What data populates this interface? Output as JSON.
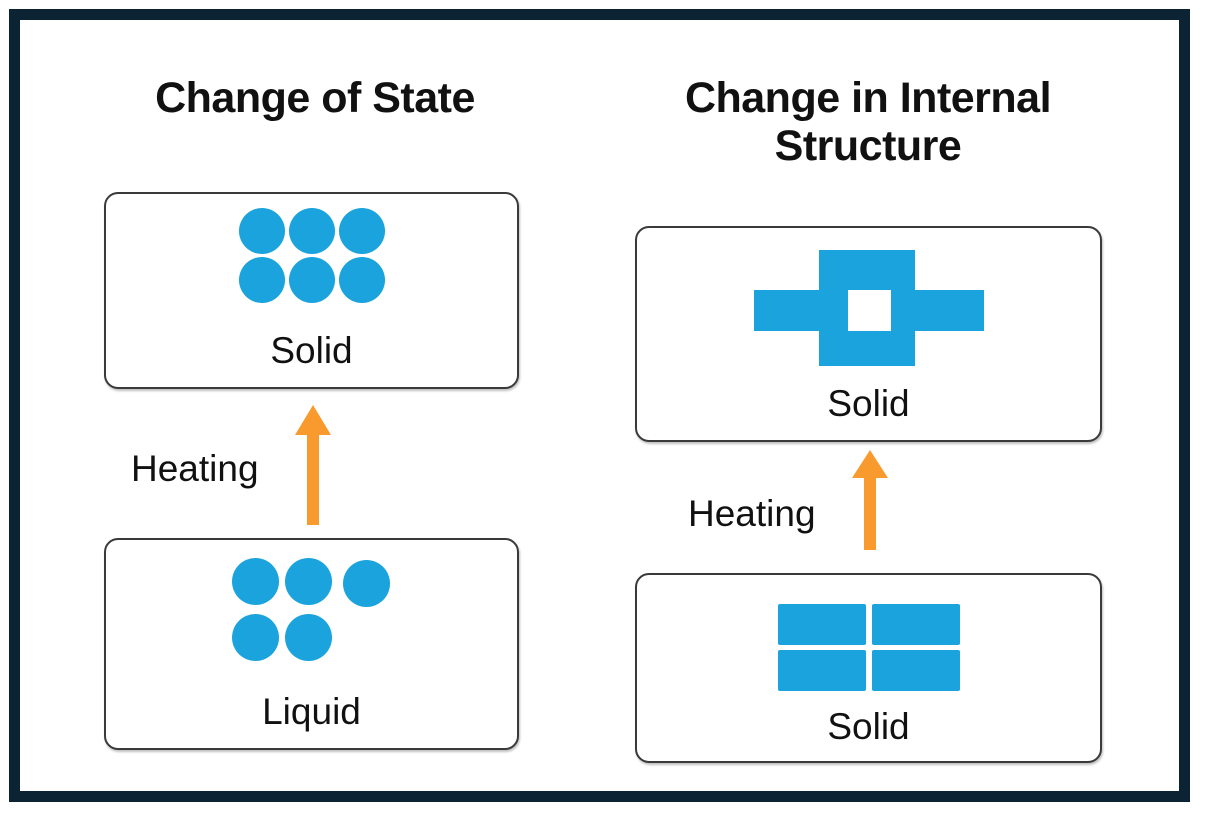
{
  "columns": [
    {
      "id": "change-of-state",
      "title": "Change of State",
      "top_box": {
        "label": "Solid",
        "particles": "six-circles-grid",
        "particle_count": 6
      },
      "transition": {
        "label": "Heating",
        "arrow": "up-arrow-icon",
        "direction": "up"
      },
      "bottom_box": {
        "label": "Liquid",
        "particles": "five-circles-loose",
        "particle_count": 5
      }
    },
    {
      "id": "change-in-internal-structure",
      "title": "Change in Internal Structure",
      "title_line1": "Change in Internal",
      "title_line2": "Structure",
      "top_box": {
        "label": "Solid",
        "particles": "cross-with-hole",
        "particle_count": 1
      },
      "transition": {
        "label": "Heating",
        "arrow": "up-arrow-icon",
        "direction": "up"
      },
      "bottom_box": {
        "label": "Solid",
        "particles": "four-bricks-grid",
        "particle_count": 4
      }
    }
  ],
  "colors": {
    "particle_blue": "#1aa3dd",
    "arrow_orange": "#f89a2e",
    "frame_navy": "#0b2333",
    "box_border": "#3a3a3a",
    "text": "#111111",
    "background": "#ffffff"
  }
}
